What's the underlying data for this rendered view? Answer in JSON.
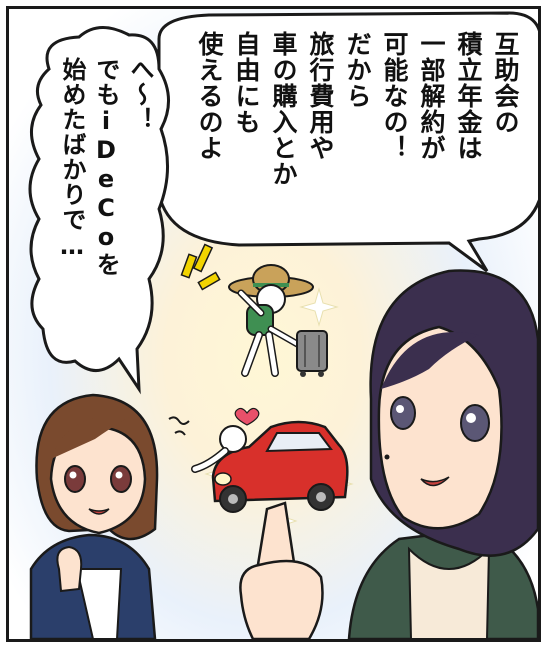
{
  "speech_bubble_main": {
    "lines": [
      "互助会の",
      "積立年金は",
      "一部解約が",
      "可能なの！",
      "だから",
      "旅行費用や",
      "車の購入とか",
      "自由にも",
      "使えるのよ"
    ]
  },
  "speech_bubble_reply": {
    "lines": [
      "へ～！",
      "でもiDeCoを",
      "始めたばかりで…"
    ]
  },
  "colors": {
    "car_red": "#d8302b",
    "hair_dark": "#3b2f4e",
    "hair_brown": "#7a4a2e",
    "jacket_navy": "#2b3f6b",
    "sweater_green": "#3f5a4a",
    "hat_tan": "#c9a25a"
  },
  "icons": [
    "speech-bubble-icon",
    "thought-bubble-icon",
    "sparkle-icon",
    "heart-icon",
    "suitcase-icon",
    "car-icon"
  ]
}
